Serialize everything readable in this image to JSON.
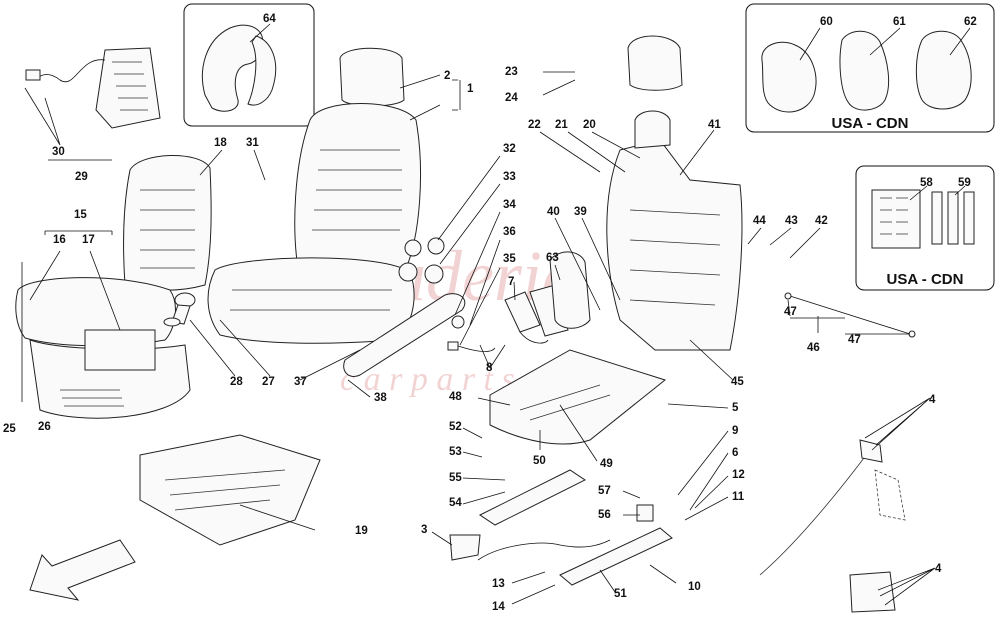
{
  "watermark": {
    "text": "scuderia",
    "subtext": "c a r p a r t s"
  },
  "regions": {
    "usa_cdn_child_seats": {
      "title": "USA - CDN"
    },
    "usa_cdn_pads": {
      "title": "USA - CDN"
    }
  },
  "callouts": [
    {
      "id": "c1",
      "label": "1"
    },
    {
      "id": "c2",
      "label": "2"
    },
    {
      "id": "c3",
      "label": "3"
    },
    {
      "id": "c4a",
      "label": "4"
    },
    {
      "id": "c4b",
      "label": "4"
    },
    {
      "id": "c5",
      "label": "5"
    },
    {
      "id": "c6",
      "label": "6"
    },
    {
      "id": "c7",
      "label": "7"
    },
    {
      "id": "c8",
      "label": "8"
    },
    {
      "id": "c9",
      "label": "9"
    },
    {
      "id": "c10",
      "label": "10"
    },
    {
      "id": "c11",
      "label": "11"
    },
    {
      "id": "c12",
      "label": "12"
    },
    {
      "id": "c13",
      "label": "13"
    },
    {
      "id": "c14",
      "label": "14"
    },
    {
      "id": "c15",
      "label": "15"
    },
    {
      "id": "c16",
      "label": "16"
    },
    {
      "id": "c17",
      "label": "17"
    },
    {
      "id": "c18",
      "label": "18"
    },
    {
      "id": "c19",
      "label": "19"
    },
    {
      "id": "c20",
      "label": "20"
    },
    {
      "id": "c21",
      "label": "21"
    },
    {
      "id": "c22",
      "label": "22"
    },
    {
      "id": "c23",
      "label": "23"
    },
    {
      "id": "c24",
      "label": "24"
    },
    {
      "id": "c25",
      "label": "25"
    },
    {
      "id": "c26",
      "label": "26"
    },
    {
      "id": "c27",
      "label": "27"
    },
    {
      "id": "c28",
      "label": "28"
    },
    {
      "id": "c29",
      "label": "29"
    },
    {
      "id": "c30",
      "label": "30"
    },
    {
      "id": "c31",
      "label": "31"
    },
    {
      "id": "c32",
      "label": "32"
    },
    {
      "id": "c33",
      "label": "33"
    },
    {
      "id": "c34",
      "label": "34"
    },
    {
      "id": "c35",
      "label": "35"
    },
    {
      "id": "c36",
      "label": "36"
    },
    {
      "id": "c37",
      "label": "37"
    },
    {
      "id": "c38",
      "label": "38"
    },
    {
      "id": "c39",
      "label": "39"
    },
    {
      "id": "c40",
      "label": "40"
    },
    {
      "id": "c41",
      "label": "41"
    },
    {
      "id": "c42",
      "label": "42"
    },
    {
      "id": "c43",
      "label": "43"
    },
    {
      "id": "c44",
      "label": "44"
    },
    {
      "id": "c45",
      "label": "45"
    },
    {
      "id": "c46",
      "label": "46"
    },
    {
      "id": "c47a",
      "label": "47"
    },
    {
      "id": "c47b",
      "label": "47"
    },
    {
      "id": "c48",
      "label": "48"
    },
    {
      "id": "c49",
      "label": "49"
    },
    {
      "id": "c50",
      "label": "50"
    },
    {
      "id": "c51",
      "label": "51"
    },
    {
      "id": "c52",
      "label": "52"
    },
    {
      "id": "c53",
      "label": "53"
    },
    {
      "id": "c54",
      "label": "54"
    },
    {
      "id": "c55",
      "label": "55"
    },
    {
      "id": "c56",
      "label": "56"
    },
    {
      "id": "c57",
      "label": "57"
    },
    {
      "id": "c58",
      "label": "58"
    },
    {
      "id": "c59",
      "label": "59"
    },
    {
      "id": "c60",
      "label": "60"
    },
    {
      "id": "c61",
      "label": "61"
    },
    {
      "id": "c62",
      "label": "62"
    },
    {
      "id": "c63",
      "label": "63"
    },
    {
      "id": "c64",
      "label": "64"
    }
  ]
}
